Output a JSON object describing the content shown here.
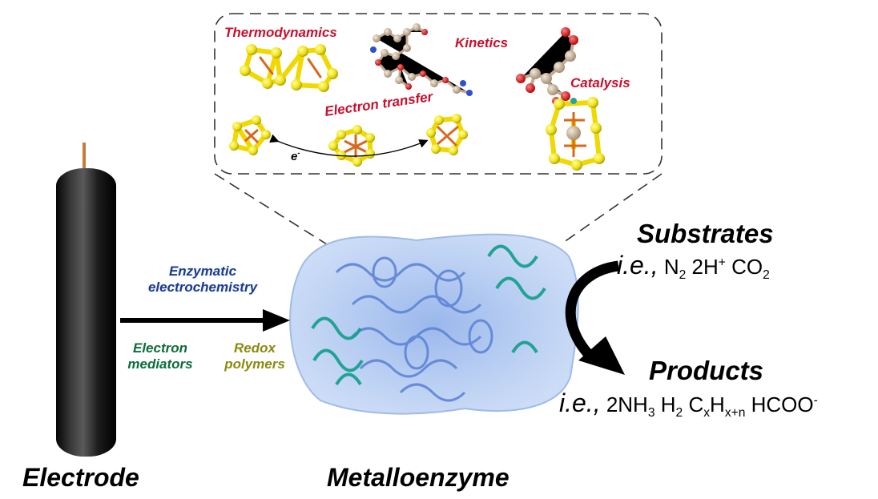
{
  "labels": {
    "electrode": "Electrode",
    "metalloenzyme": "Metalloenzyme",
    "substrates": "Substrates",
    "products": "Products",
    "enzymatic_1": "Enzymatic",
    "enzymatic_2": "electrochemistry",
    "mediators_1": "Electron",
    "mediators_2": "mediators",
    "polymers_1": "Redox",
    "polymers_2": "polymers"
  },
  "inset": {
    "thermodynamics": "Thermodynamics",
    "kinetics": "Kinetics",
    "catalysis": "Catalysis",
    "electron_transfer": "Electron transfer",
    "electron": "e",
    "electron_sup": "-"
  },
  "substrates_line": {
    "ie": "i.e.,",
    "n": "N",
    "n_sub": "2",
    "h": "2H",
    "h_sup": "+",
    "co": "CO",
    "co_sub": "2"
  },
  "products_line": {
    "ie": "i.e.,",
    "nh": "2NH",
    "nh_sub": "3",
    "h": "H",
    "h_sub": "2",
    "c": "C",
    "c_sub": "x",
    "hx": "H",
    "hx_sub": "x+n",
    "formate": "HCOO",
    "formate_sup": "-"
  },
  "colors": {
    "accent_red": "#c8102e",
    "enzyme_blue": "#7a9de0",
    "enzyme_teal": "#1aa090",
    "cluster_yellow": "#f2e81a",
    "cluster_orange": "#d8681e",
    "electrode_black": "#1a1a1a",
    "lead_copper": "#c77b3a"
  },
  "icons": [
    "electrode-rod",
    "fe-s-cluster",
    "atp-molecule",
    "citrate-molecule",
    "protein-structure"
  ]
}
